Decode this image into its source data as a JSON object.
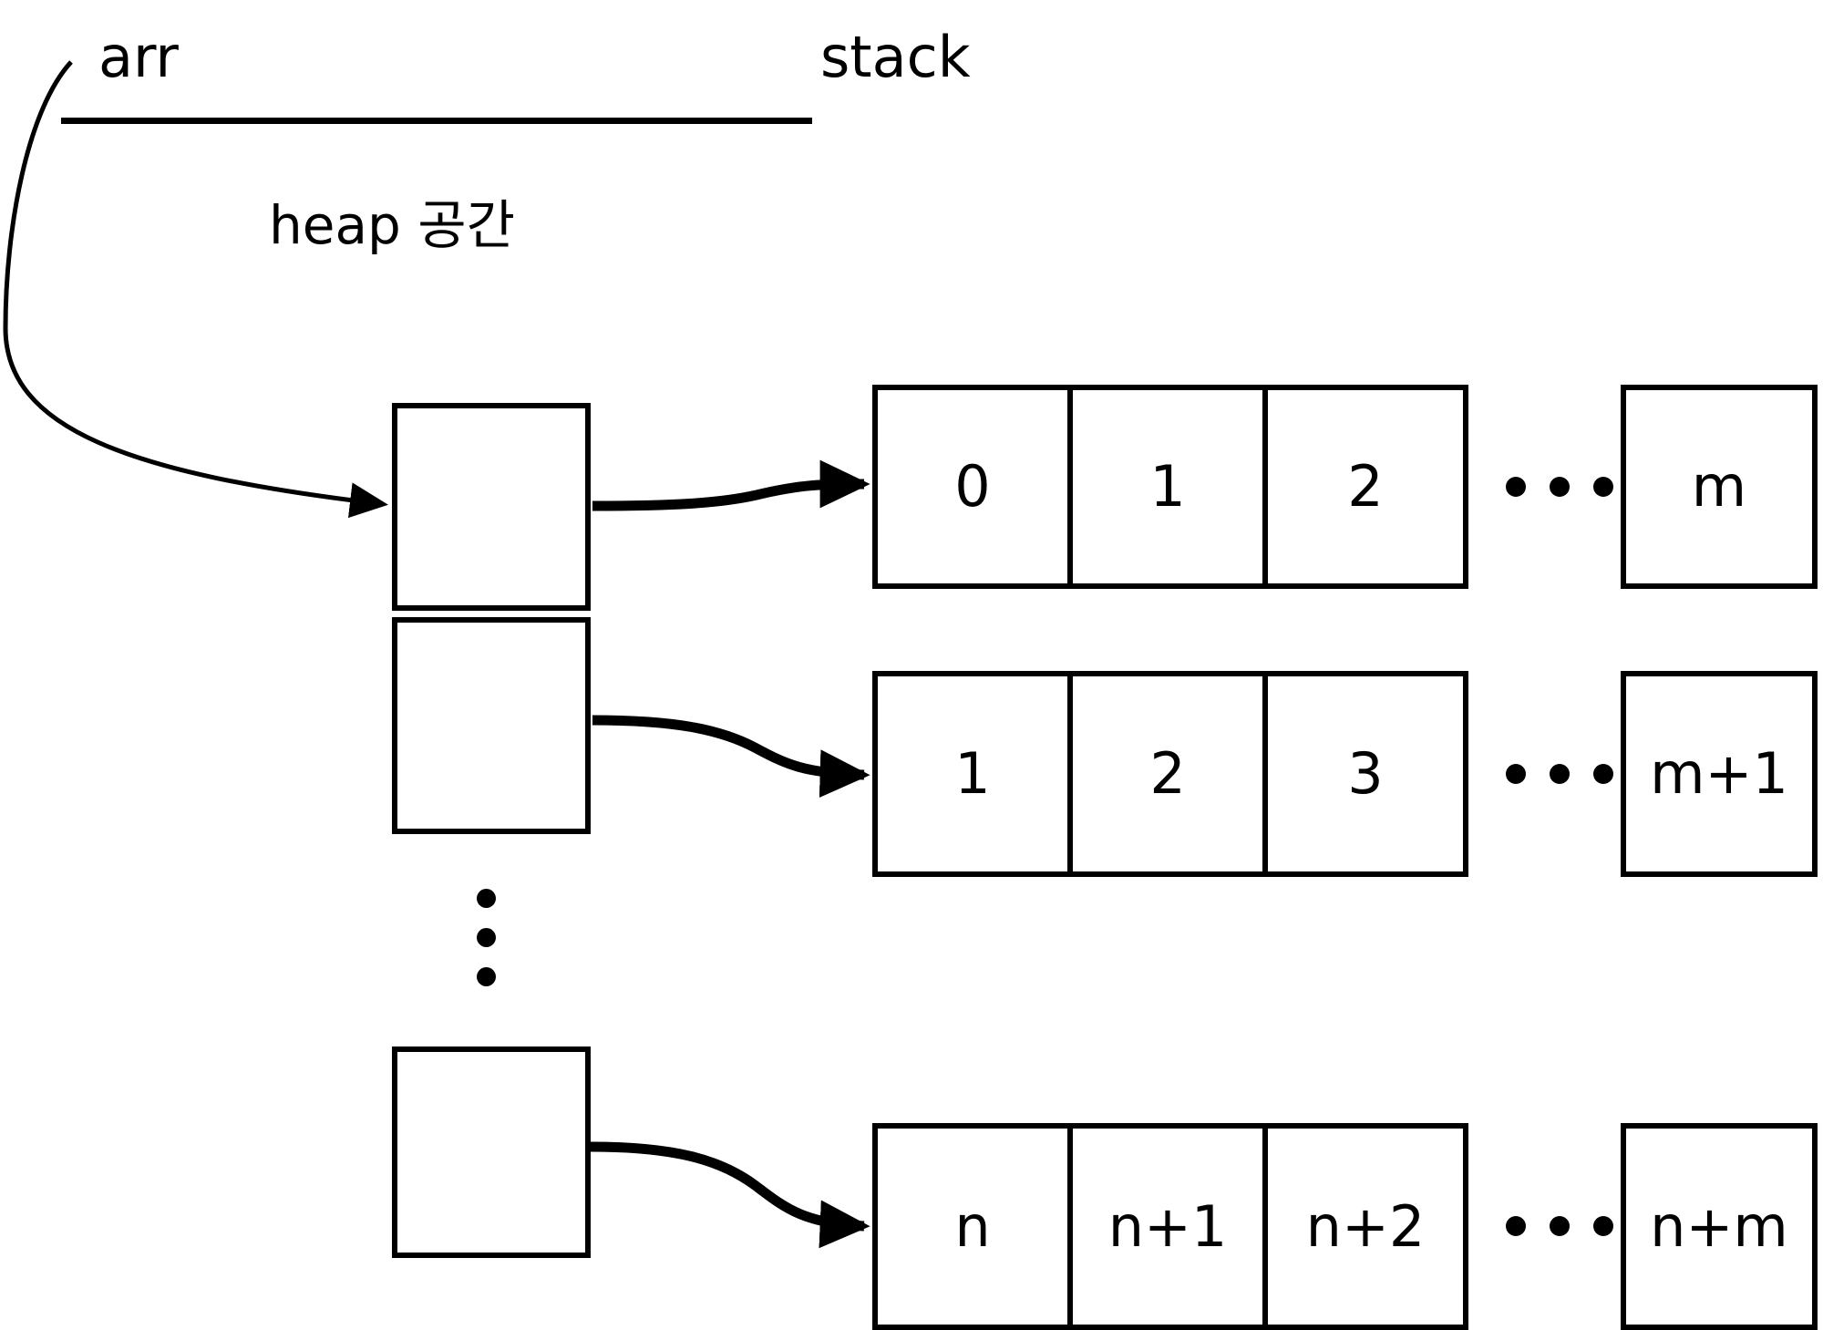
{
  "diagram": {
    "title_labels": {
      "arr": "arr",
      "stack": "stack",
      "heap": "heap 공간"
    },
    "heap_cells": [
      {
        "label": ""
      },
      {
        "label": ""
      },
      {
        "label": ""
      }
    ],
    "heap_vertical_ellipsis": "⋮",
    "rows": [
      {
        "cells": [
          "0",
          "1",
          "2"
        ],
        "ellipsis": "•••",
        "tail": "m"
      },
      {
        "cells": [
          "1",
          "2",
          "3"
        ],
        "ellipsis": "•••",
        "tail": "m+1"
      },
      {
        "cells": [
          "n",
          "n+1",
          "n+2"
        ],
        "ellipsis": "•••",
        "tail": "n+m"
      }
    ],
    "colors": {
      "stroke": "#000000",
      "background": "#ffffff"
    }
  }
}
